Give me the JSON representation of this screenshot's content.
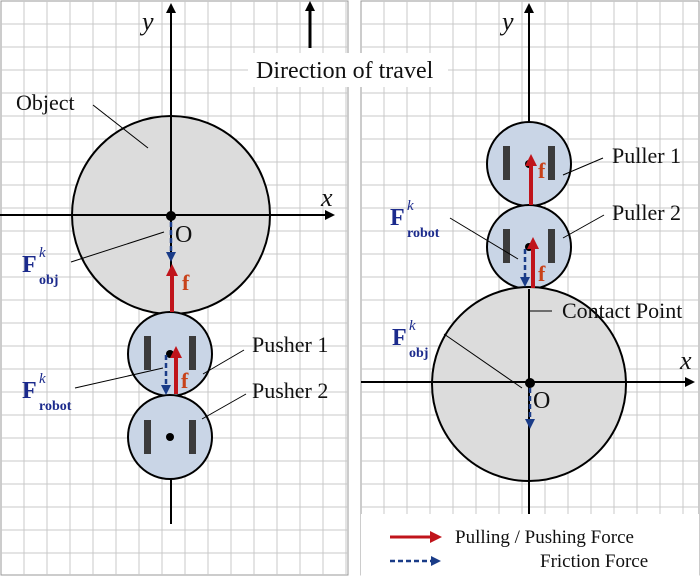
{
  "colors": {
    "grid": "#c9c9c9",
    "body_fill": "#dcdcdc",
    "robot_fill": "#c9d5e6",
    "push_arrow": "#c0141b",
    "friction_arrow": "#1a3c88",
    "force_label": "#1b2a8c",
    "f_label": "#c8421a"
  },
  "header": {
    "direction_label": "Direction of travel"
  },
  "left_panel": {
    "axis_x": "x",
    "axis_y": "y",
    "object_label": "Object",
    "origin_label": "O",
    "f_label": "f",
    "pusher1_label": "Pusher 1",
    "pusher2_label": "Pusher 2",
    "fobj_main": "F",
    "fobj_sub": "obj",
    "fobj_sup": "k",
    "frobot_main": "F",
    "frobot_sub": "robot",
    "frobot_sup": "k",
    "f_small_label": "f"
  },
  "right_panel": {
    "axis_x": "x",
    "axis_y": "y",
    "puller1_label": "Puller 1",
    "puller2_label": "Puller 2",
    "contact_label": "Contact Point",
    "origin_label": "O",
    "f_label_1": "f",
    "f_label_2": "f",
    "fobj_main": "F",
    "fobj_sub": "obj",
    "fobj_sup": "k",
    "frobot_main": "F",
    "frobot_sub": "robot",
    "frobot_sup": "k"
  },
  "legend": {
    "pushing_label": "Pulling / Pushing Force",
    "friction_label": "Friction Force"
  }
}
